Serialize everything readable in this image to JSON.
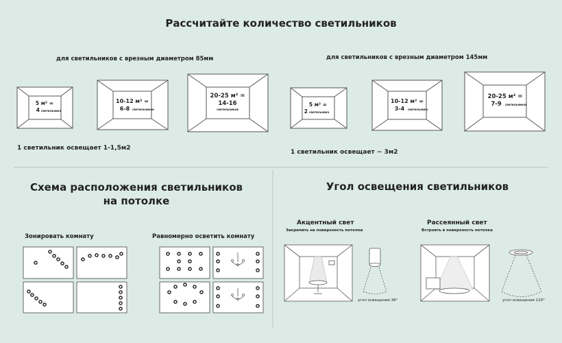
{
  "title": "Рассчитайте количество светильников",
  "sections": {
    "d85": {
      "caption": "для светильников с врезным диаметром 85мм",
      "rooms": [
        {
          "area": "5 м² =",
          "count": "4",
          "unit": "светильника"
        },
        {
          "area": "10-12 м² =",
          "count": "6-8",
          "unit": "светильников"
        },
        {
          "area": "20-25 м² =",
          "count": "14-16",
          "unit": "светильников"
        }
      ],
      "coverage": "1 светильник освещает    1-1,5м2"
    },
    "d145": {
      "caption": "для светильников с врезным диаметром 145мм",
      "rooms": [
        {
          "area": "5 м² =",
          "count": "2",
          "unit": "светильника"
        },
        {
          "area": "10-12 м² =",
          "count": "3-4",
          "unit": "светильника"
        },
        {
          "area": "20-25 м² =",
          "count": "7-9",
          "unit": "светильников"
        }
      ],
      "coverage": "1 светильник освещает ~ 3м2"
    }
  },
  "layout_scheme": {
    "title_line1": "Схема расположения светильников",
    "title_line2": "на потолке",
    "zoning_label": "Зонировать комнату",
    "even_label": "Равномерно осветить комнату"
  },
  "angle": {
    "title": "Угол освещения светильников",
    "accent": {
      "title": "Акцентный свет",
      "subtitle": "Закрепить на поверхность потолка",
      "angle_label": "угол освещения 36°"
    },
    "diffused": {
      "title": "Рассеянный свет",
      "subtitle": "Встроить в поверхность потолка",
      "angle_label": "угол освещения 120°"
    }
  },
  "colors": {
    "background": "#dcebe5",
    "panel": "#ffffff",
    "stroke": "#555555",
    "divider": "#b8c7c1"
  }
}
